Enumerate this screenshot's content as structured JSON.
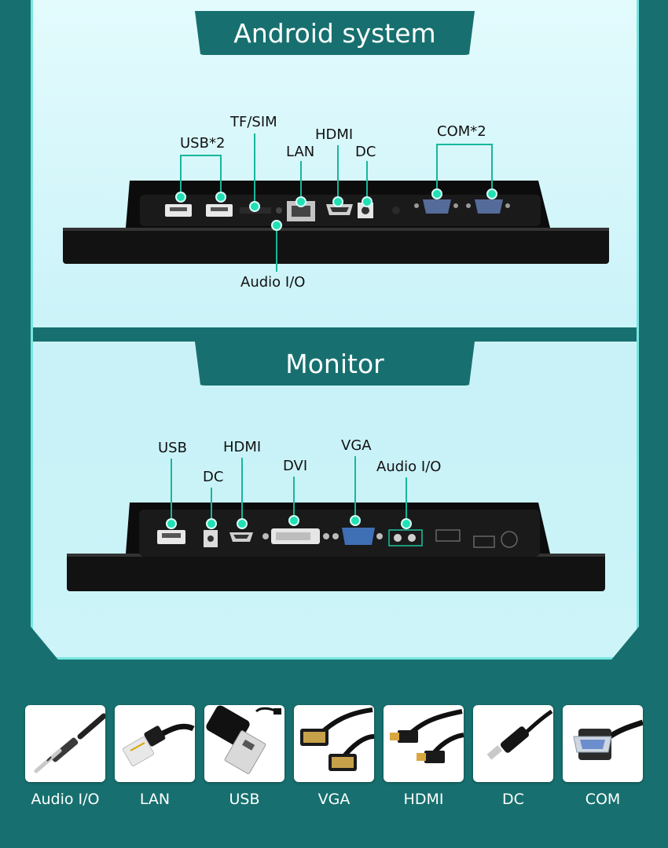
{
  "android": {
    "title": "Android system",
    "labels": {
      "usb": "USB*2",
      "tfsim": "TF/SIM",
      "lan": "LAN",
      "hdmi": "HDMI",
      "dc": "DC",
      "com": "COM*2",
      "audio": "Audio I/O"
    }
  },
  "monitor": {
    "title": "Monitor",
    "labels": {
      "usb": "USB",
      "dc": "DC",
      "hdmi": "HDMI",
      "dvi": "DVI",
      "vga": "VGA",
      "audio": "Audio I/O"
    }
  },
  "cables": [
    {
      "label": "Audio I/O",
      "icon": "audio-jack-icon"
    },
    {
      "label": "LAN",
      "icon": "lan-plug-icon"
    },
    {
      "label": "USB",
      "icon": "usb-plug-icon"
    },
    {
      "label": "VGA",
      "icon": "vga-plug-icon"
    },
    {
      "label": "HDMI",
      "icon": "hdmi-plug-icon"
    },
    {
      "label": "DC",
      "icon": "dc-plug-icon"
    },
    {
      "label": "COM",
      "icon": "com-plug-icon"
    }
  ],
  "colors": {
    "background": "#17706f",
    "accent": "#21e0b4",
    "panel": "#d4f6fa"
  }
}
